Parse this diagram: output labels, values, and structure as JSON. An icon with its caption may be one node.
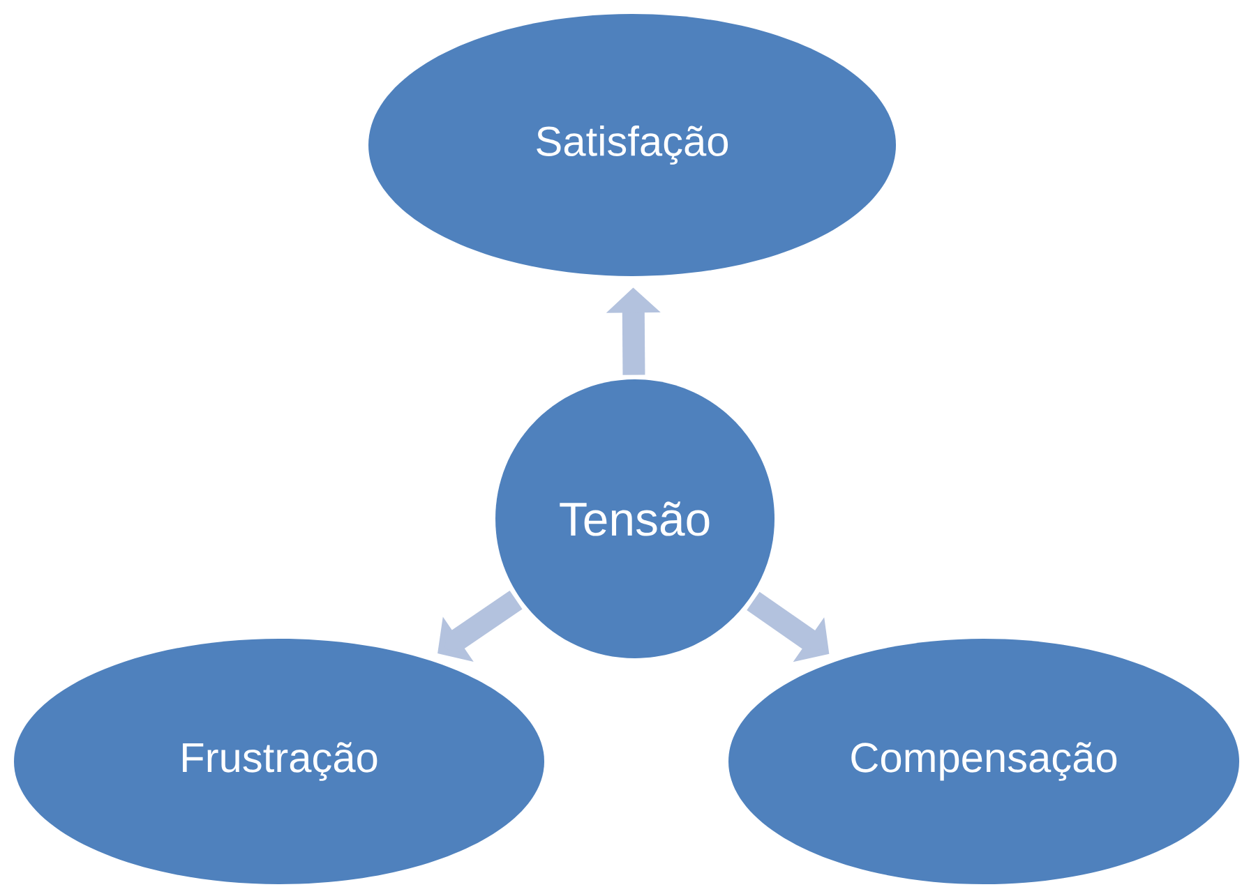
{
  "diagram": {
    "nodes": [
      {
        "text": [
          "Satisfação"
        ]
      },
      {
        "text": [
          "Tensão"
        ]
      },
      {
        "text": [
          "Frustração"
        ]
      },
      {
        "text": [
          "Compensação"
        ]
      }
    ],
    "edges": [
      {
        "from": 1,
        "to": 0,
        "arrow": "to"
      },
      {
        "from": 1,
        "to": 2,
        "arrow": "to"
      },
      {
        "from": 1,
        "to": 3,
        "arrow": "to"
      }
    ]
  }
}
